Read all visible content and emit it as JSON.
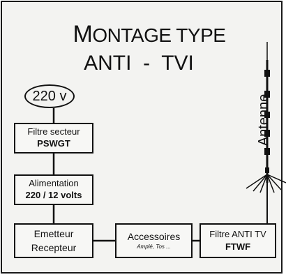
{
  "title": {
    "line1_cap": "M",
    "line1_rest": "ONTAGE TYPE",
    "line2": "ANTI  -  TVI"
  },
  "nodes": {
    "power": "220 v",
    "mains_filter": {
      "label": "Filtre secteur",
      "model": "PSWGT"
    },
    "power_supply": {
      "label": "Alimentation",
      "spec": "220 / 12 volts"
    },
    "transceiver": {
      "line1": "Emetteur",
      "line2": "Recepteur"
    },
    "accessories": {
      "label": "Accessoires",
      "note": "Amplé, Tos ..."
    },
    "tvi_filter": {
      "label": "Filtre ANTI TV",
      "model": "FTWF"
    },
    "antenna": "Antenne"
  },
  "colors": {
    "background": "#f3f3f1",
    "ink": "#111111"
  }
}
